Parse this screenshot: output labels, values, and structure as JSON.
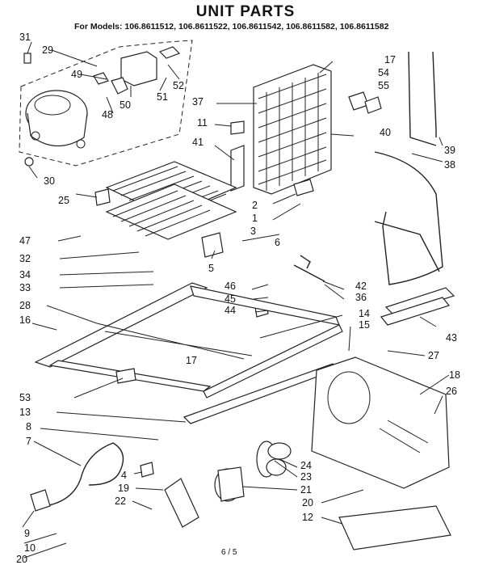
{
  "title": "UNIT PARTS",
  "models_line": "For Models: 106.8611512, 106.8611522, 106.8611542, 106.8611582, 106.8611582",
  "footer": "6 / 5",
  "callouts": [
    "31",
    "29",
    "49",
    "52",
    "51",
    "50",
    "48",
    "30",
    "17",
    "54",
    "55",
    "37",
    "11",
    "41",
    "40",
    "39",
    "38",
    "25",
    "2",
    "1",
    "3",
    "6",
    "47",
    "32",
    "34",
    "33",
    "5",
    "46",
    "45",
    "44",
    "42",
    "36",
    "28",
    "16",
    "14",
    "15",
    "43",
    "17",
    "27",
    "18",
    "26",
    "53",
    "13",
    "8",
    "7",
    "4",
    "19",
    "22",
    "24",
    "23",
    "21",
    "20",
    "12",
    "9",
    "10",
    "20"
  ]
}
